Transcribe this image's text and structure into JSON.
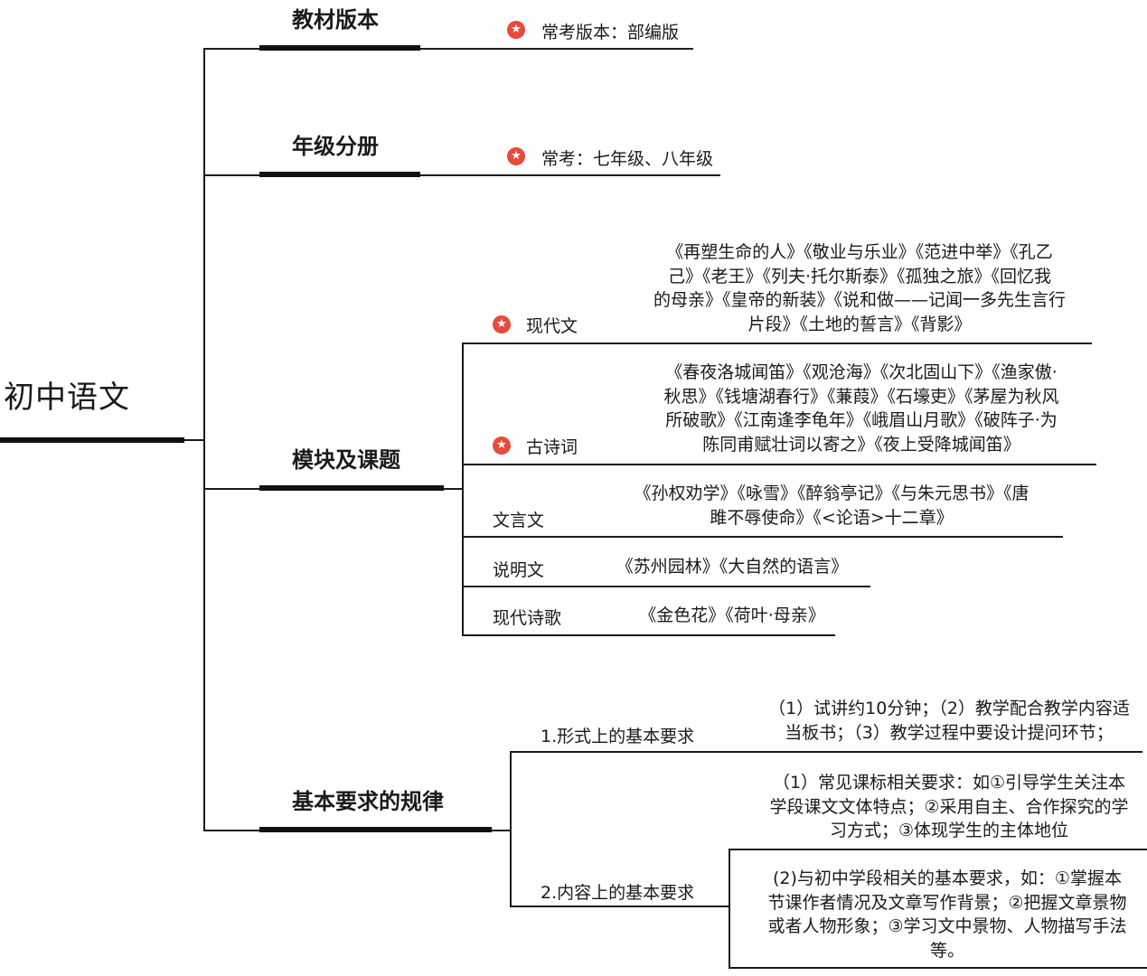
{
  "root": {
    "title": "初中语文"
  },
  "branches": {
    "edition": {
      "title": "教材版本",
      "leaf": "常考版本：部编版",
      "star_icon": "star-badge-icon"
    },
    "grade": {
      "title": "年级分册",
      "leaf": "常考：七年级、八年级",
      "star_icon": "star-badge-icon"
    },
    "modules": {
      "title": "模块及课题",
      "items": [
        {
          "label": "现代文",
          "starred": true,
          "lessons": [
            "《再塑生命的人》《敬业与乐业》《范进中举》《孔乙",
            "己》《老王》《列夫·托尔斯泰》《孤独之旅》《回忆我",
            "的母亲》《皇帝的新装》《说和做——记闻一多先生言行",
            "片段》《土地的誓言》《背影》"
          ]
        },
        {
          "label": "古诗词",
          "starred": true,
          "lessons": [
            "《春夜洛城闻笛》《观沧海》《次北固山下》《渔家傲·",
            "秋思》《钱塘湖春行》《蒹葭》《石壕吏》《茅屋为秋风",
            "所破歌》《江南逢李龟年》《峨眉山月歌》《破阵子·为",
            "陈同甫赋壮词以寄之》《夜上受降城闻笛》"
          ]
        },
        {
          "label": "文言文",
          "starred": false,
          "lessons": [
            "《孙权劝学》《咏雪》《醉翁亭记》《与朱元思书》《唐",
            "雎不辱使命》《<论语>十二章》"
          ]
        },
        {
          "label": "说明文",
          "starred": false,
          "lessons": [
            "《苏州园林》《大自然的语言》"
          ]
        },
        {
          "label": "现代诗歌",
          "starred": false,
          "lessons": [
            "《金色花》《荷叶·母亲》"
          ]
        }
      ]
    },
    "requirements": {
      "title": "基本要求的规律",
      "form": {
        "label": "1.形式上的基本要求",
        "text": [
          "（1）试讲约10分钟；（2）教学配合教学内容适",
          "当板书；（3）教学过程中要设计提问环节；"
        ]
      },
      "content": {
        "label": "2.内容上的基本要求",
        "sub1": [
          "（1）常见课标相关要求：如①引导学生关注本",
          "学段课文文体特点；②采用自主、合作探究的学",
          "习方式；③体现学生的主体地位"
        ],
        "sub2": [
          "(2)与初中学段相关的基本要求，如：①掌握本",
          "节课作者情况及文章写作背景；②把握文章景物",
          "或者人物形象；③学习文中景物、人物描写手法",
          "等。"
        ]
      }
    }
  },
  "colors": {
    "star_badge": "#e64b3b",
    "line": "#1a1a1a",
    "text": "#1a1a1a"
  }
}
